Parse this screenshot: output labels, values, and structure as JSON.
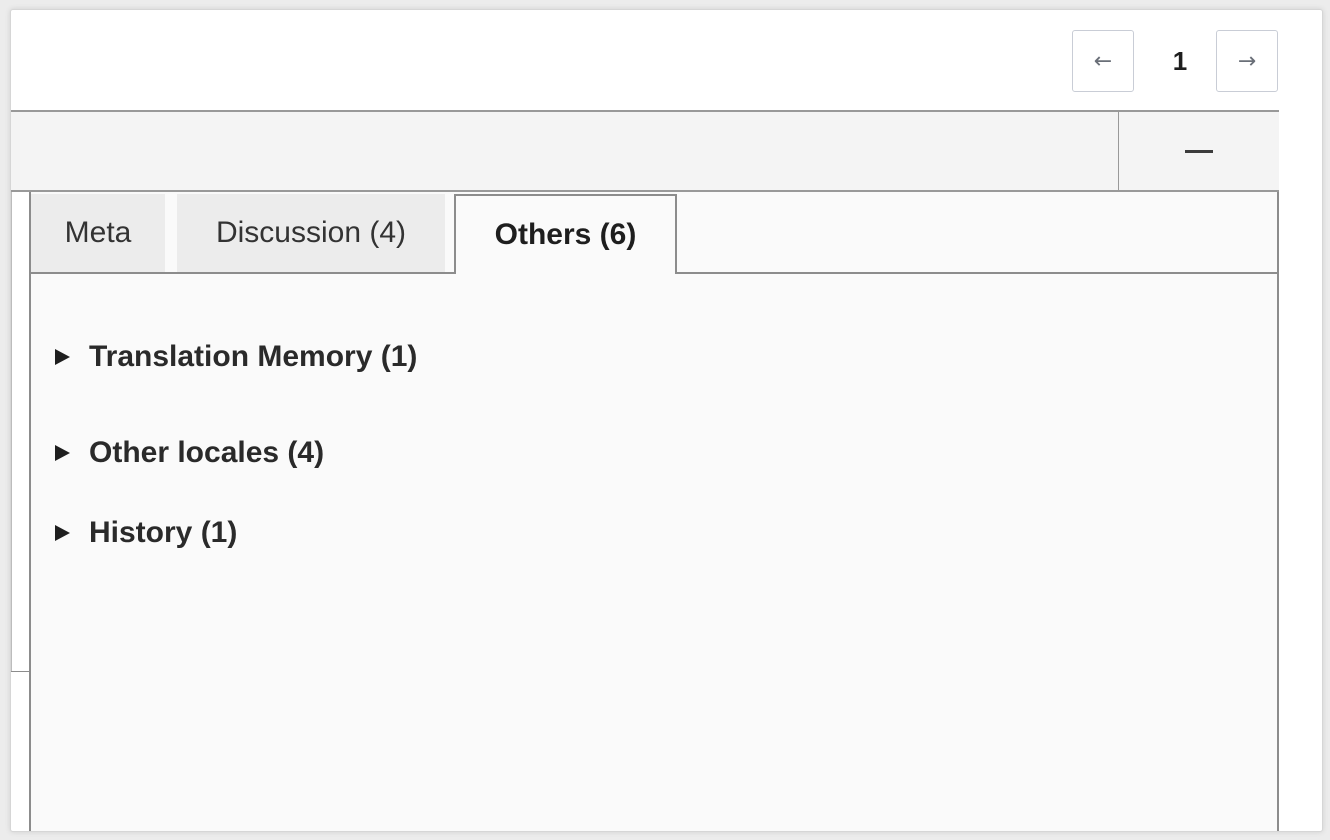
{
  "pagination": {
    "prev_icon": "arrow-left-icon",
    "prev_glyph": "←",
    "current_page": "1",
    "next_icon": "arrow-right-icon",
    "next_glyph": "→"
  },
  "header_bar": {
    "collapse_icon": "minus-icon"
  },
  "tabs": [
    {
      "label": "Meta",
      "active": false
    },
    {
      "label": "Discussion (4)",
      "active": false
    },
    {
      "label": "Others (6)",
      "active": true
    }
  ],
  "sections": [
    {
      "label": "Translation Memory (1)",
      "expanded": false
    },
    {
      "label": "Other locales (4)",
      "expanded": false
    },
    {
      "label": "History (1)",
      "expanded": false
    }
  ],
  "colors": {
    "border": "#8c8c8c",
    "bar_background": "#f4f4f4",
    "inactive_tab": "#ececec",
    "panel_background": "#fafafa",
    "text": "#1e1e1e"
  }
}
